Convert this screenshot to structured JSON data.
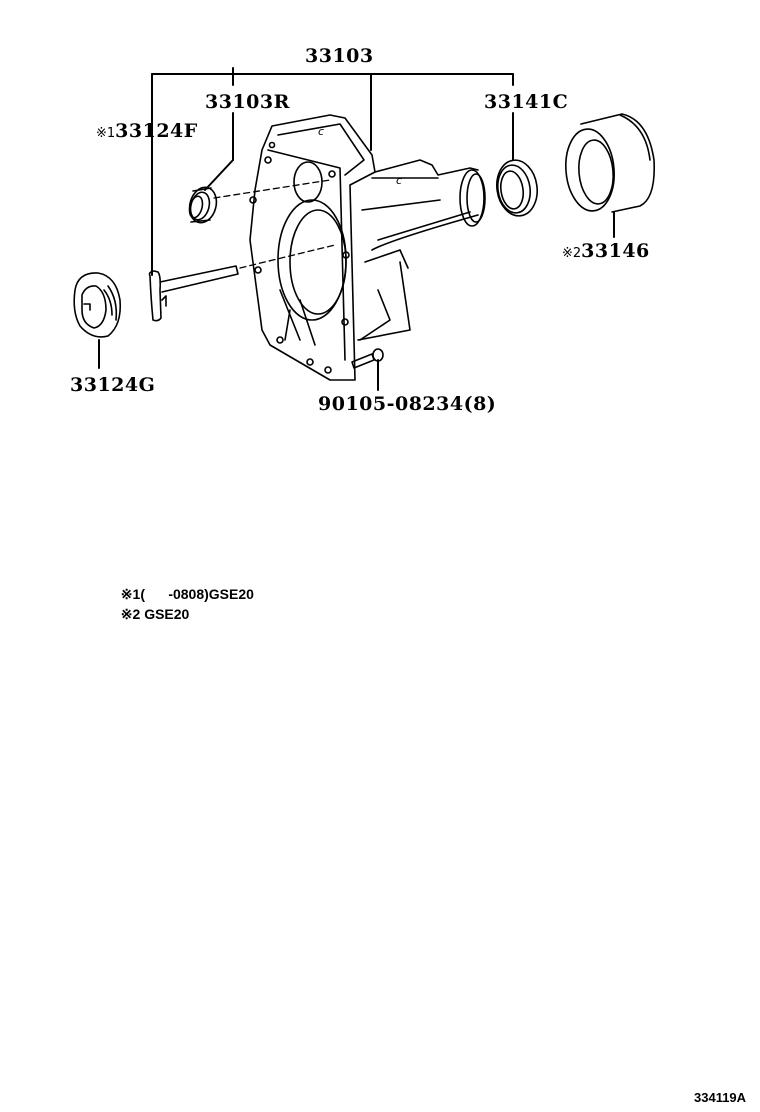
{
  "diagram": {
    "type": "exploded-parts-diagram",
    "colors": {
      "line": "#000000",
      "background": "#ffffff"
    },
    "parts": [
      {
        "id": "housing",
        "label": "33103",
        "prefix": ""
      },
      {
        "id": "oil-seal-rear",
        "label": "33103R",
        "prefix": ""
      },
      {
        "id": "breather-plug",
        "label": "33124F",
        "prefix": "※1"
      },
      {
        "id": "cap",
        "label": "33124G",
        "prefix": ""
      },
      {
        "id": "oil-seal-front",
        "label": "33141C",
        "prefix": ""
      },
      {
        "id": "dust-cover",
        "label": "33146",
        "prefix": "※2"
      },
      {
        "id": "bolt",
        "label": "90105-08234(8)",
        "prefix": ""
      }
    ],
    "notes": [
      {
        "mark": "※1",
        "text": "(      -0808)GSE20"
      },
      {
        "mark": "※2",
        "text": "GSE20"
      }
    ],
    "figure_id": "334119A"
  }
}
